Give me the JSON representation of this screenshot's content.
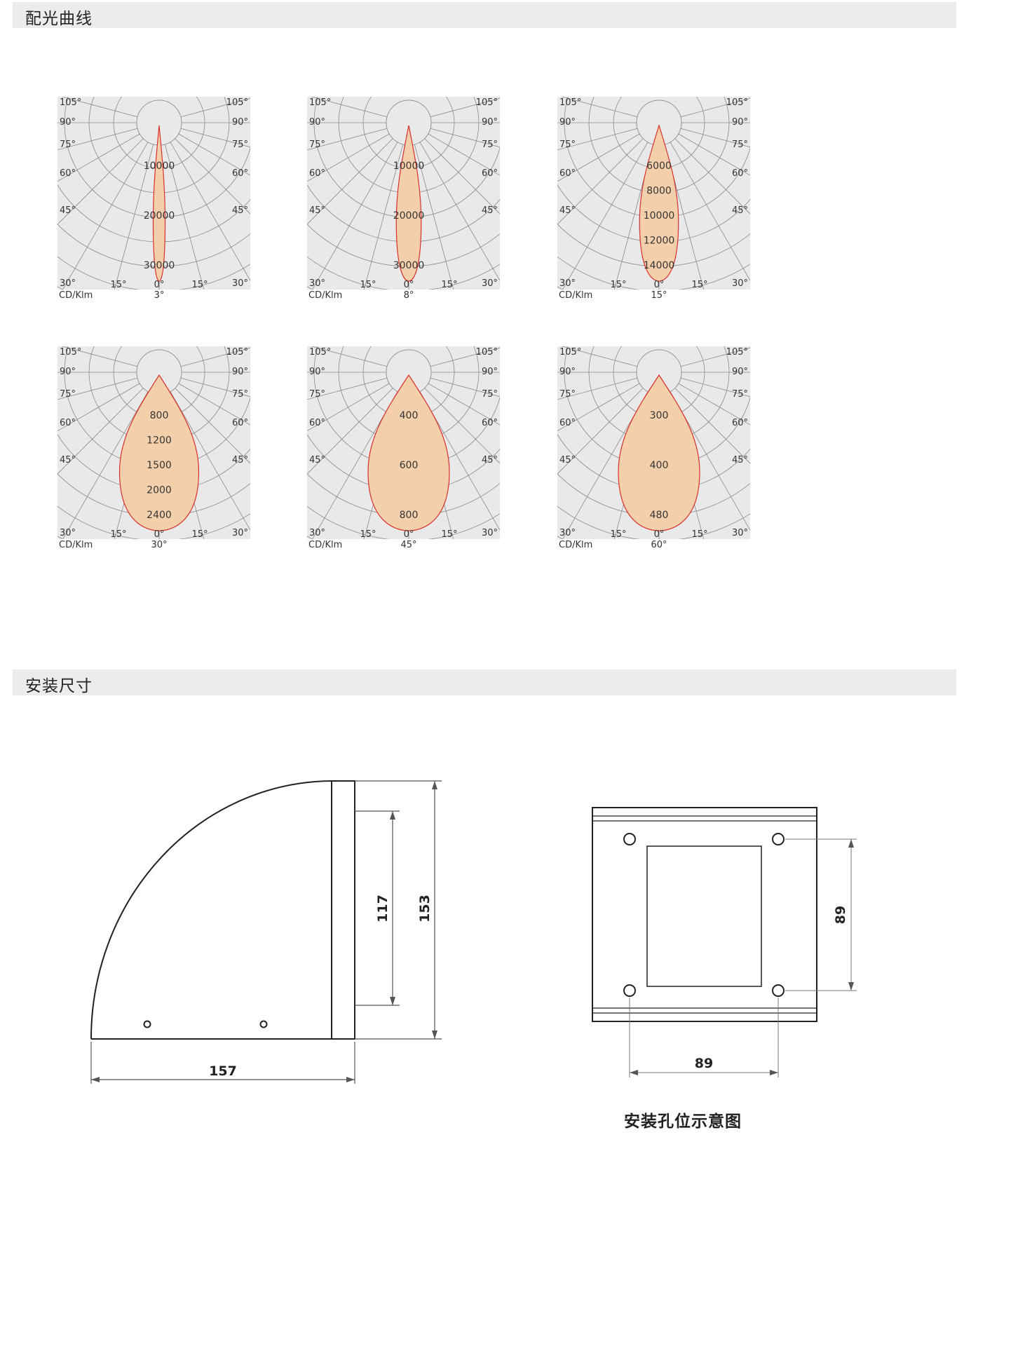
{
  "section_photometric": {
    "title": "配光曲线"
  },
  "section_dimensions": {
    "title": "安装尺寸"
  },
  "angle_labels": {
    "a105": "105°",
    "a90": "90°",
    "a75": "75°",
    "a60": "60°",
    "a45": "45°",
    "a30": "30°",
    "a15": "15°",
    "a0": "0°"
  },
  "unit_label": "CD/Klm",
  "colors": {
    "beam_fill": "#f4cfab",
    "beam_stroke": "#d9302b",
    "panel_bg": "#e9e9e9",
    "grid": "#8a8a8a"
  },
  "chart_data": [
    {
      "type": "polar",
      "beam_angle_label": "3°",
      "beam_angle": 3,
      "rings": [
        "10000",
        "20000",
        "30000"
      ]
    },
    {
      "type": "polar",
      "beam_angle_label": "8°",
      "beam_angle": 8,
      "rings": [
        "10000",
        "20000",
        "30000"
      ]
    },
    {
      "type": "polar",
      "beam_angle_label": "15°",
      "beam_angle": 15,
      "rings": [
        "6000",
        "8000",
        "10000",
        "12000",
        "14000"
      ]
    },
    {
      "type": "polar",
      "beam_angle_label": "30°",
      "beam_angle": 30,
      "rings": [
        "800",
        "1200",
        "1500",
        "2000",
        "2400"
      ]
    },
    {
      "type": "polar",
      "beam_angle_label": "45°",
      "beam_angle": 45,
      "rings": [
        "400",
        "600",
        "800"
      ]
    },
    {
      "type": "polar",
      "beam_angle_label": "60°",
      "beam_angle": 60,
      "rings": [
        "300",
        "400",
        "480"
      ]
    }
  ],
  "dimensions": {
    "width": "157",
    "height_total": "153",
    "height_inner": "117",
    "hole_spacing_h": "89",
    "hole_spacing_v": "89"
  },
  "mounting_caption": "安装孔位示意图"
}
